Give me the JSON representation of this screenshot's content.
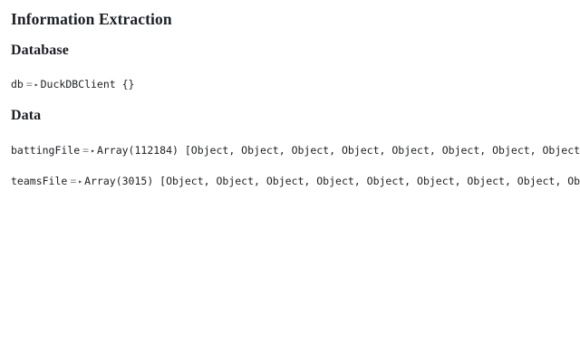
{
  "page": {
    "background_color": "#ffffff",
    "text_color": "#1b1e23",
    "muted_color": "#8e8e8e"
  },
  "title": "Information Extraction",
  "sections": [
    {
      "heading": "Database",
      "cells": [
        {
          "name": "db",
          "equals": "=",
          "twisty": "▸",
          "value": "DuckDBClient {}"
        }
      ]
    },
    {
      "heading": "Data",
      "cells": [
        {
          "name": "battingFile",
          "equals": "=",
          "twisty": "▸",
          "value": "Array(112184) [Object, Object, Object, Object, Object, Object, Object, Object, Ob"
        },
        {
          "name": "teamsFile",
          "equals": "=",
          "twisty": "▸",
          "value": "Array(3015) [Object, Object, Object, Object, Object, Object, Object, Object, Object"
        }
      ]
    }
  ]
}
